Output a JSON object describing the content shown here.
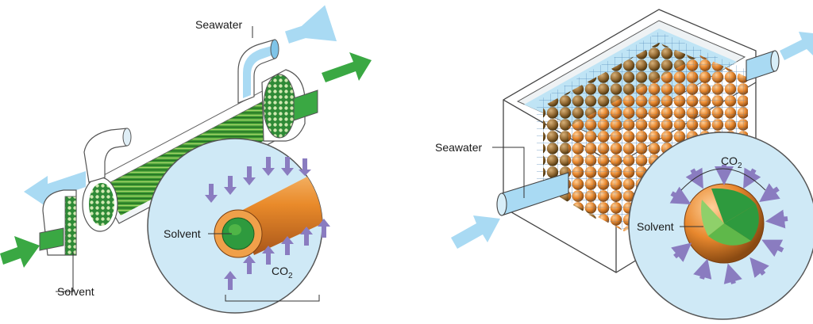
{
  "left_panel": {
    "seawater_label": "Seawater",
    "solvent_label": "Solvent",
    "inset_solvent_label": "Solvent",
    "inset_co2_label": "CO",
    "inset_co2_subscript": "2"
  },
  "right_panel": {
    "seawater_label": "Seawater",
    "inset_solvent_label": "Solvent",
    "inset_co2_label": "CO",
    "inset_co2_subscript": "2"
  },
  "colors": {
    "seawater": "#a9daf3",
    "solvent": "#2e9a3e",
    "fiber": "#6db83a",
    "co2_arrow": "#8a7cc0",
    "tube": "#e98a2a",
    "bead": "#e58a32",
    "inset_bg": "#cfe9f6"
  }
}
